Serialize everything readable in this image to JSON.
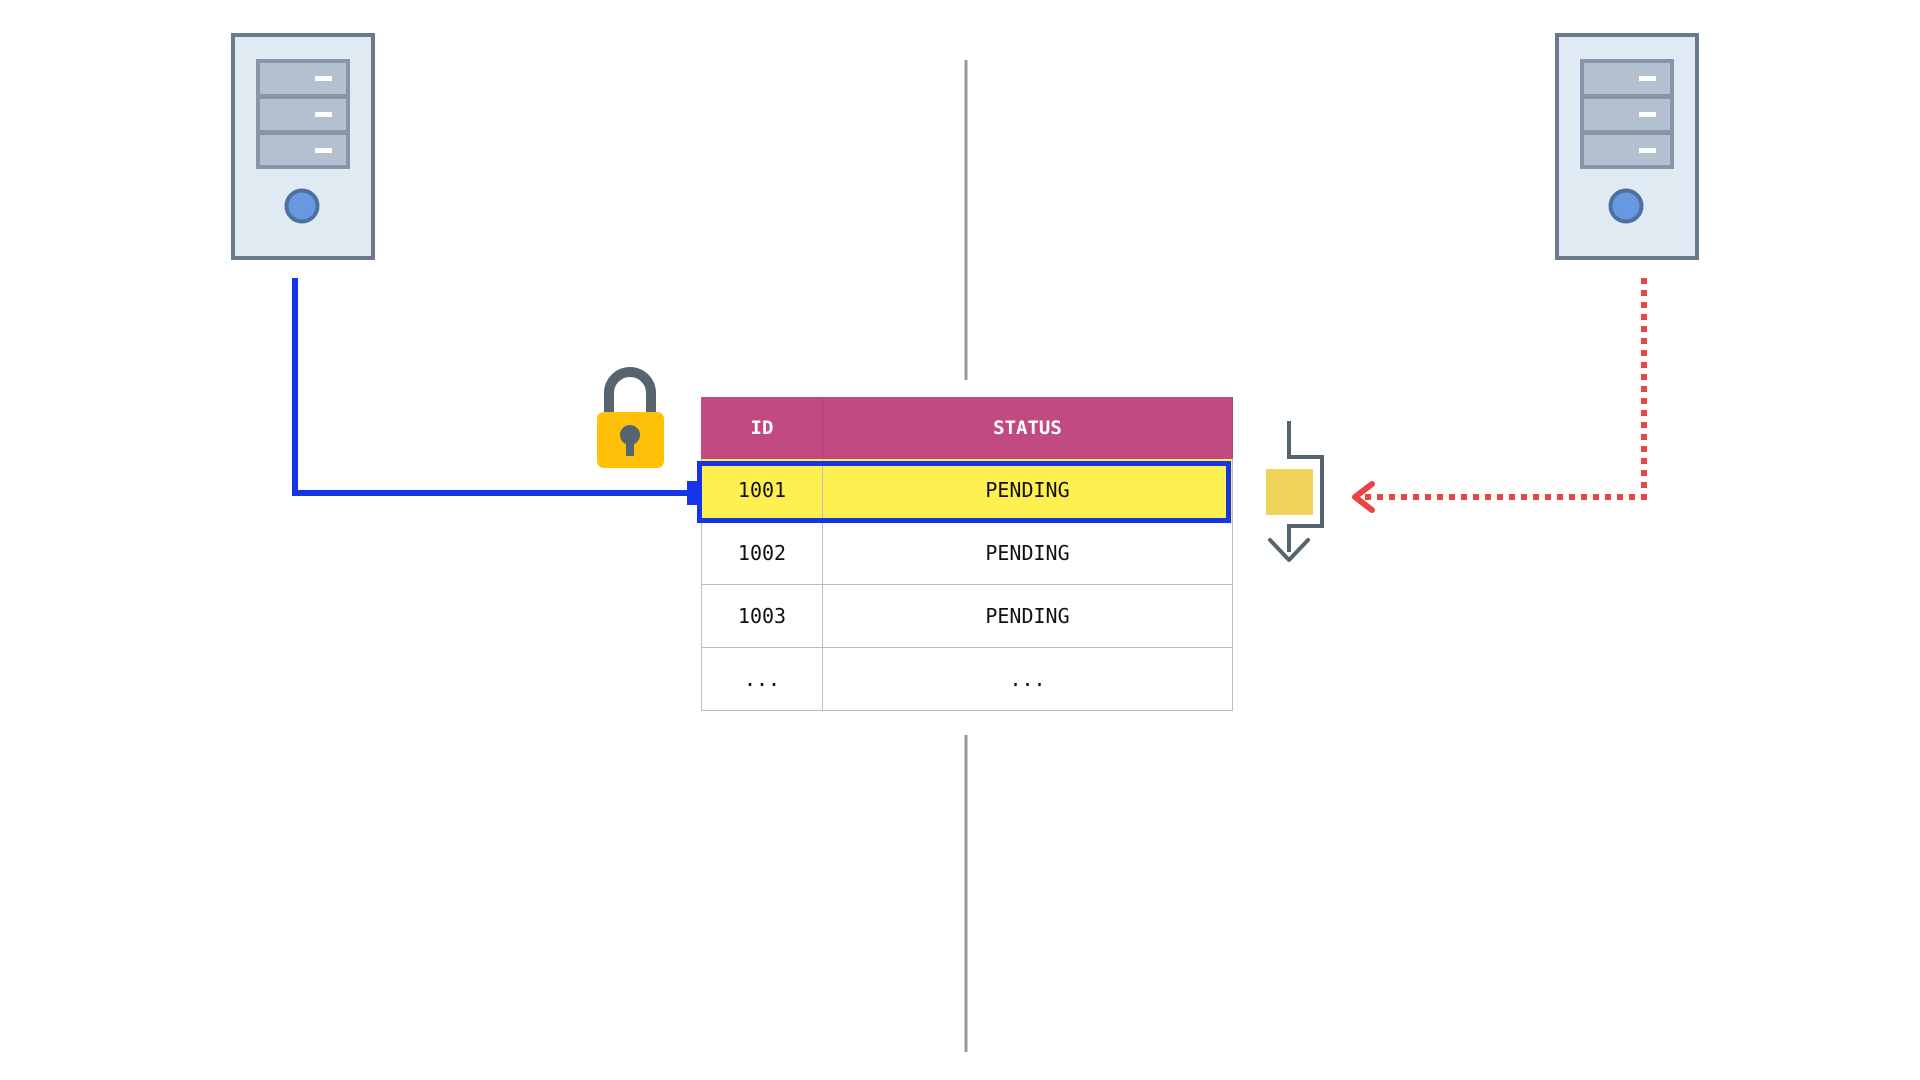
{
  "colors": {
    "header_bg": "#c24a83",
    "highlight_row_bg": "#fff052",
    "locked_connection": "#1535e6",
    "waiting_connection": "#e84545",
    "server_body": "#e0eaf2",
    "server_frame": "#6a7a8c",
    "server_drive": "#b2c0d0",
    "server_button": "#6699e0",
    "lock_body": "#ffc107",
    "lock_shackle": "#546570",
    "queue_item": "#f0d35a",
    "divider": "#999999"
  },
  "icons": {
    "left_server": "server-icon",
    "right_server": "server-icon",
    "lock": "padlock-icon",
    "queue": "wait-queue-icon"
  },
  "table": {
    "headers": {
      "id": "ID",
      "status": "STATUS"
    },
    "rows": [
      {
        "id": "1001",
        "status": "PENDING",
        "locked": true
      },
      {
        "id": "1002",
        "status": "PENDING",
        "locked": false
      },
      {
        "id": "1003",
        "status": "PENDING",
        "locked": false
      },
      {
        "id": "...",
        "status": "...",
        "locked": false
      }
    ]
  }
}
